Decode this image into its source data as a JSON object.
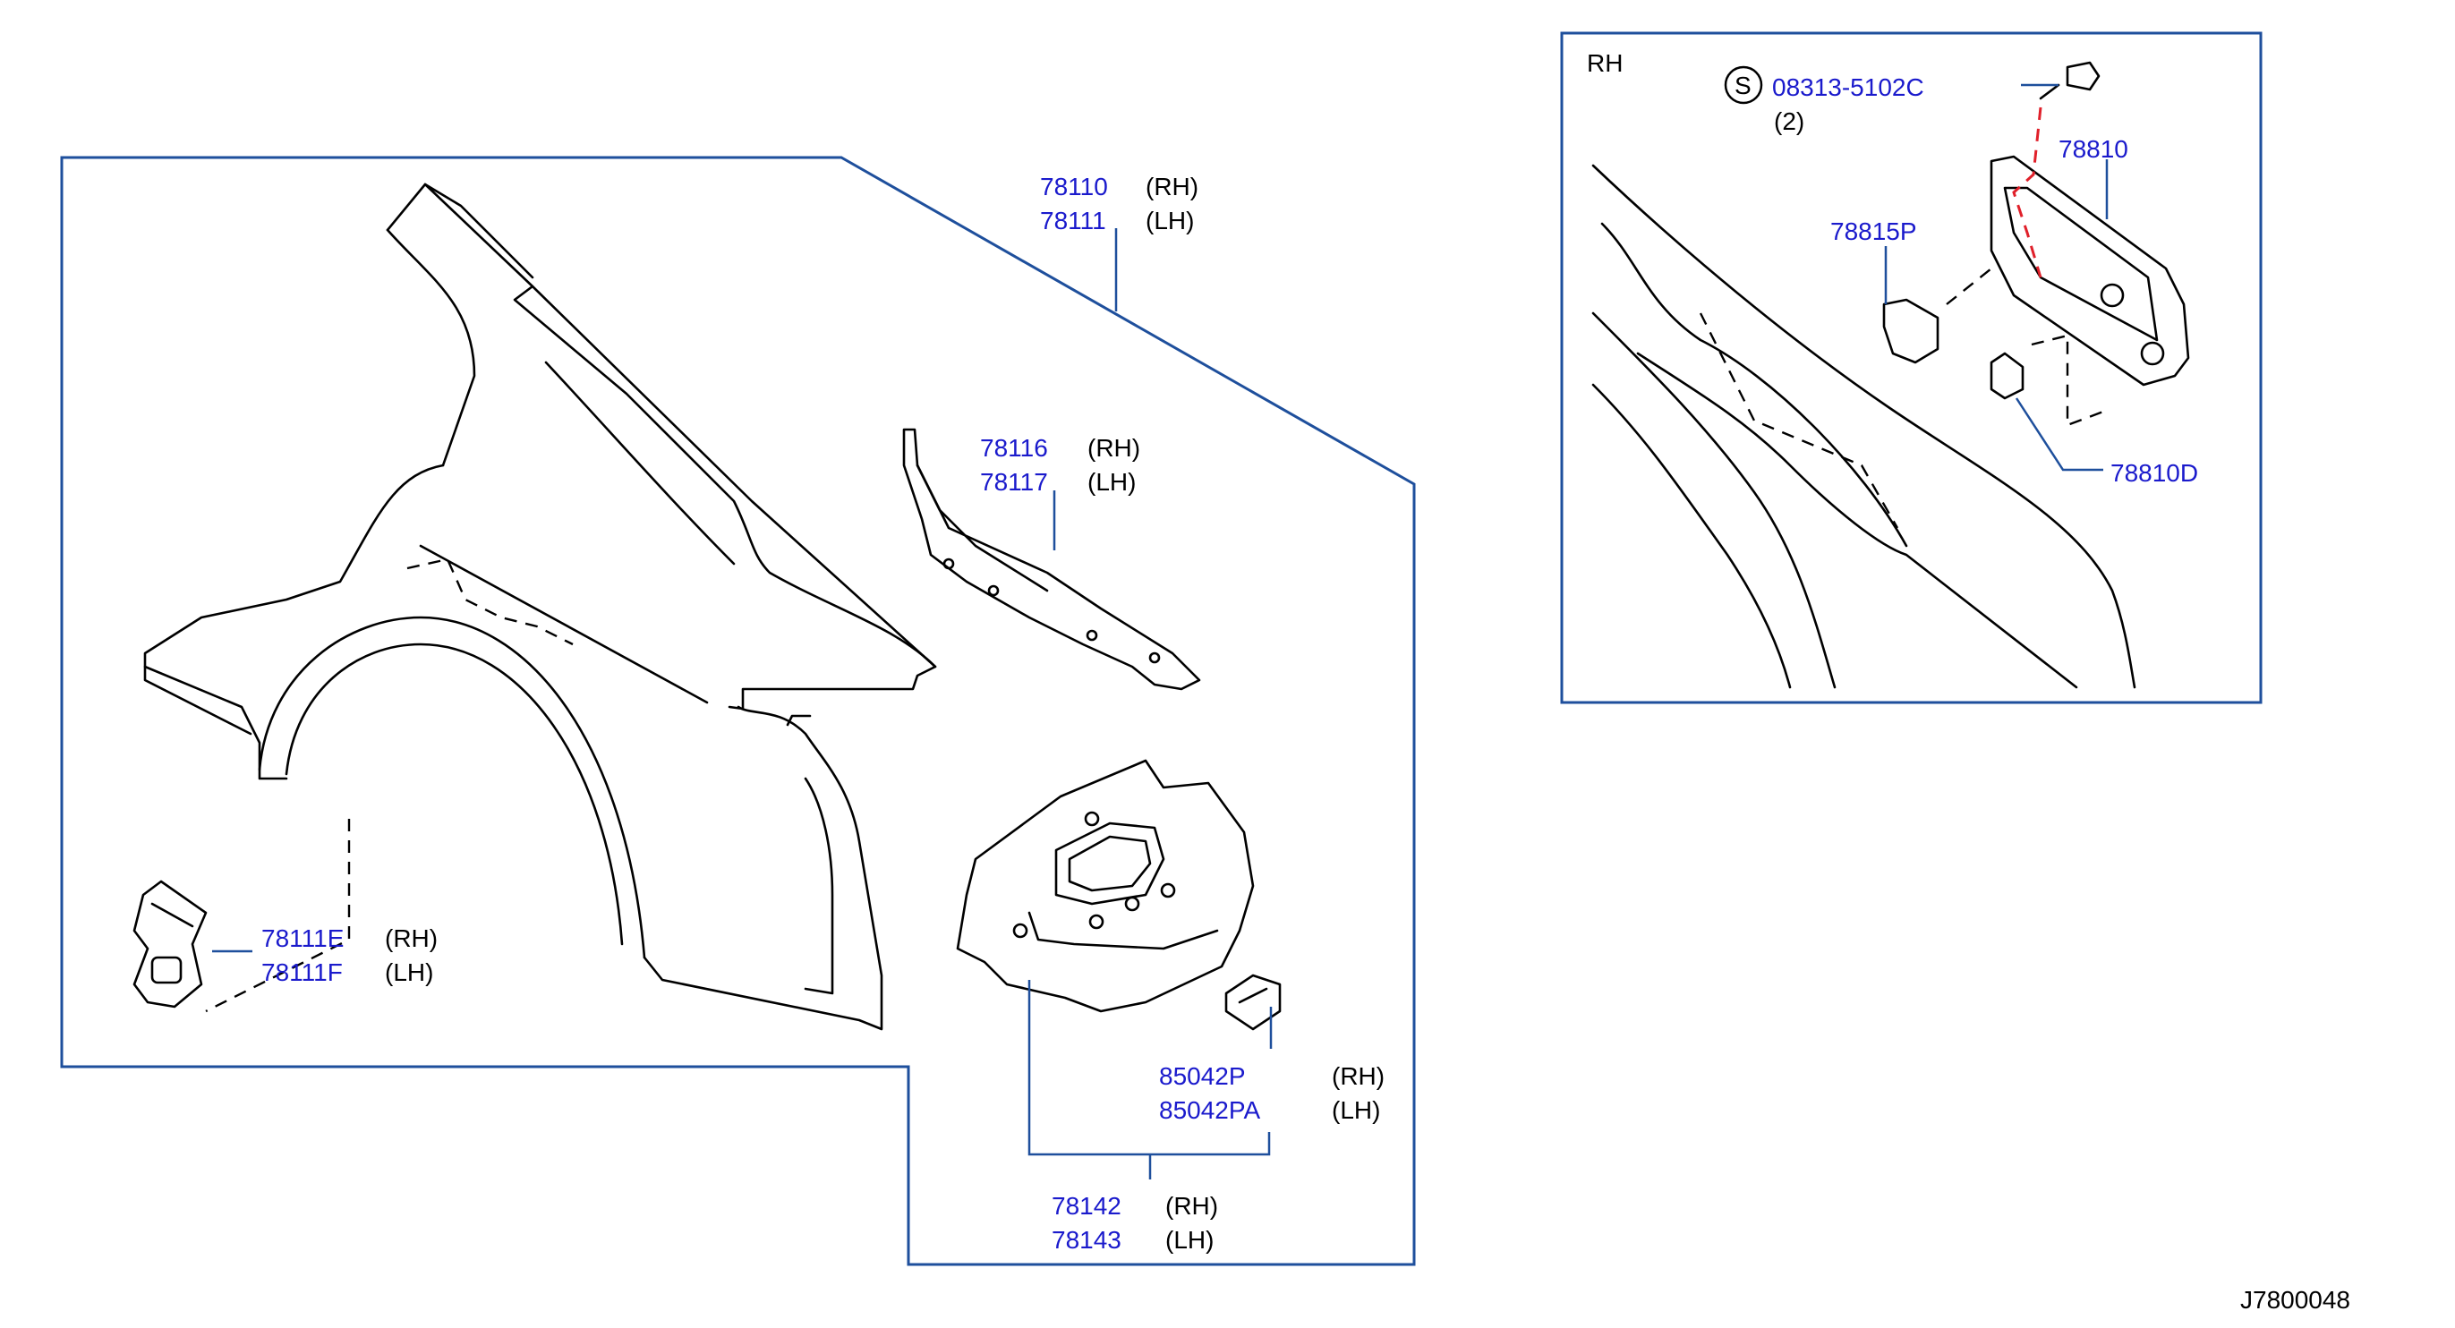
{
  "inset": {
    "side_label": "RH",
    "screw_symbol": "S",
    "screw_part": "08313-5102C",
    "screw_qty": "(2)",
    "parts": {
      "lid": "78810",
      "clip": "78815P",
      "bumper": "78810D"
    }
  },
  "main": {
    "fender": {
      "rh": "78110",
      "lh": "78111",
      "rh_side": "(RH)",
      "lh_side": "(LH)"
    },
    "extension": {
      "rh": "78116",
      "lh": "78117",
      "rh_side": "(RH)",
      "lh_side": "(LH)"
    },
    "bracket": {
      "rh": "78111E",
      "lh": "78111F",
      "rh_side": "(RH)",
      "lh_side": "(LH)"
    },
    "gusset": {
      "rh": "85042P",
      "lh": "85042PA",
      "rh_side": "(RH)",
      "lh_side": "(LH)"
    },
    "inner_panel": {
      "rh": "78142",
      "lh": "78143",
      "rh_side": "(RH)",
      "lh_side": "(LH)"
    }
  },
  "diagram_id": "J7800048",
  "colors": {
    "part_number": "#1a1acc",
    "frame": "#1e4f9c",
    "linework": "#000000",
    "screw_leader": "#e0202a"
  }
}
